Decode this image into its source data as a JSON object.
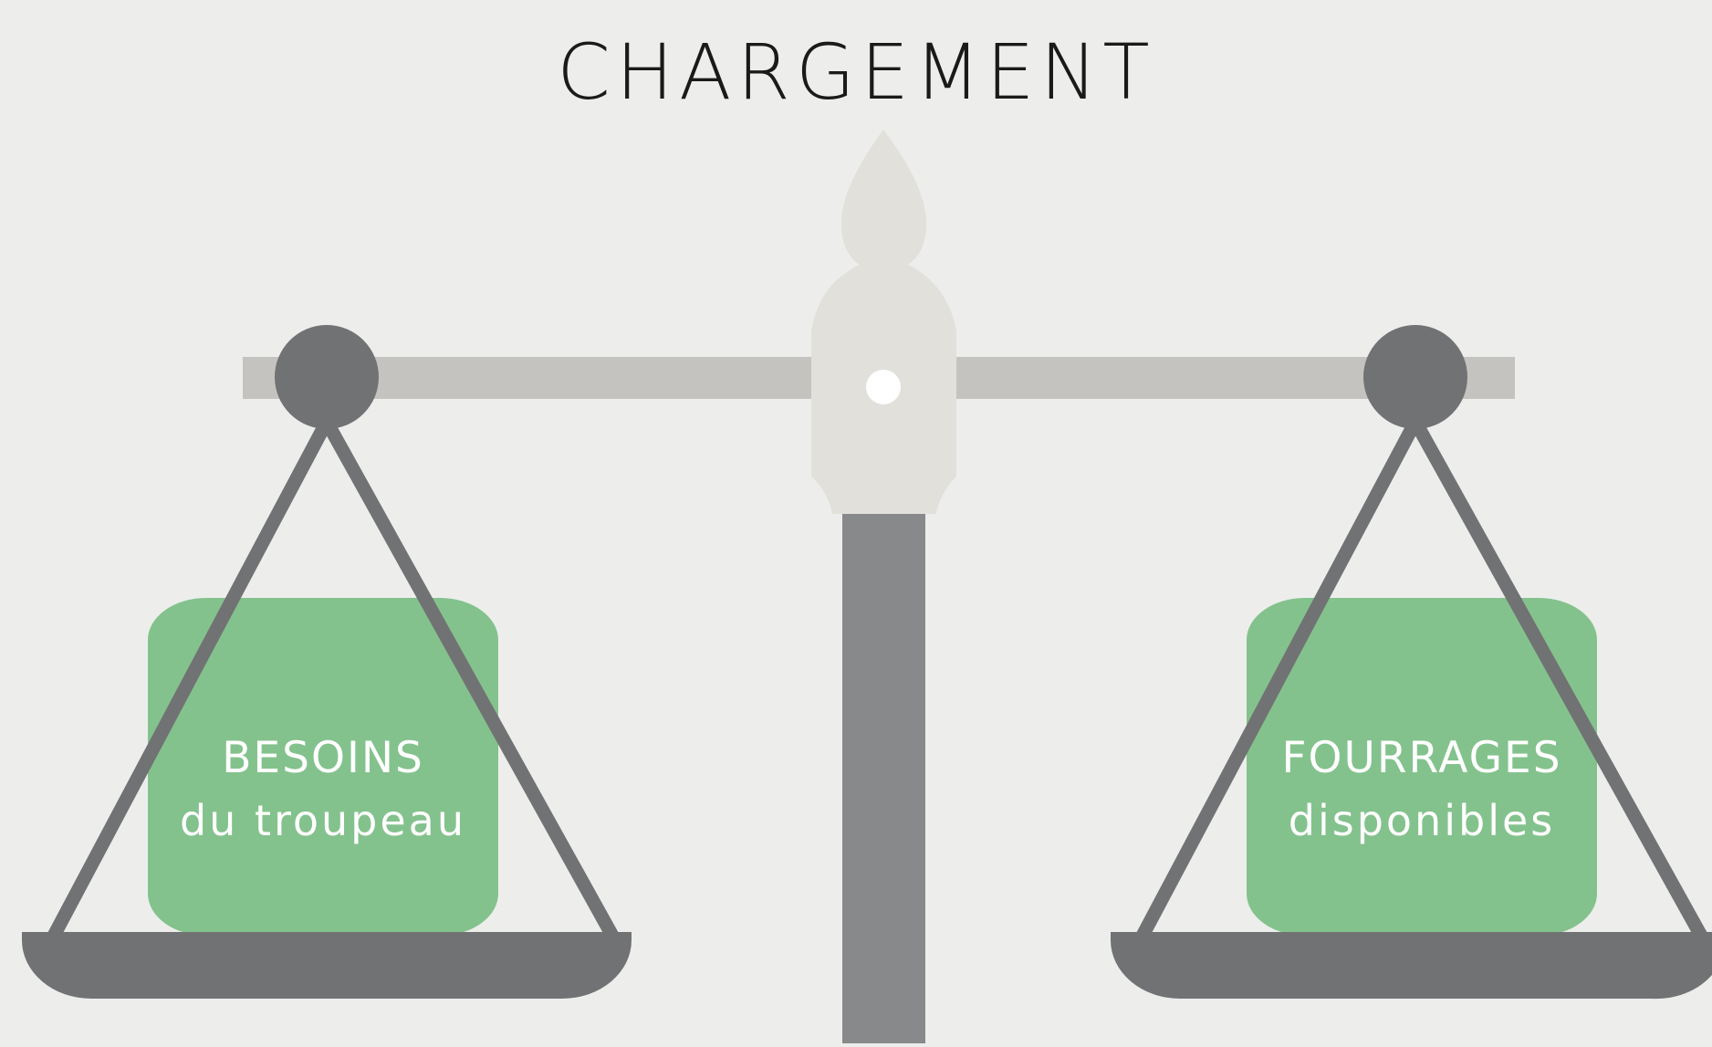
{
  "title": "CHARGEMENT",
  "left_pan": {
    "label_main": "BESOINS",
    "label_sub": "du troupeau"
  },
  "right_pan": {
    "label_main": "FOURRAGES",
    "label_sub": "disponibles"
  },
  "colors": {
    "background": "#edeeec",
    "weight_block": "#84c28d",
    "pan": "#717274",
    "beam": "#c4c3bf",
    "pillar": "#88898b",
    "head": "#e1e0db",
    "pivot": "#ffffff"
  }
}
